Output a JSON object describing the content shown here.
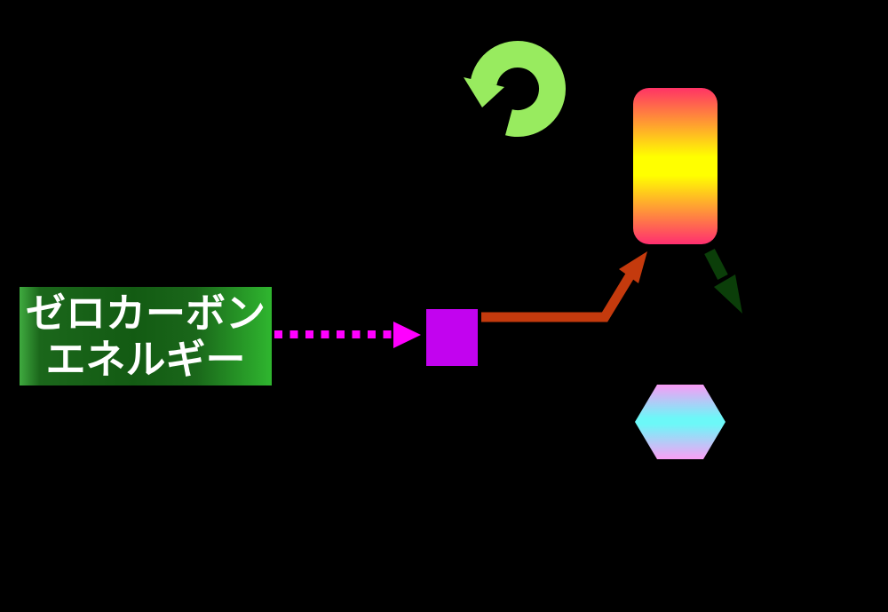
{
  "label_box": {
    "line1": "ゼロカーボン",
    "line2": "エネルギー"
  },
  "shapes": {
    "recycle_icon": "counterclockwise-rotation-arrow",
    "gradient_rect": "rounded-rect-node-pink-yellow",
    "purple_square": "small-square-node",
    "hexagon": "hexagon-node-pink-cyan",
    "dotted_arrow": "magenta-dotted-arrow-right",
    "red_arrow": "vermilion-elbow-arrow-up-right",
    "dark_green_arrow": "dark-green-arrow-down-right"
  },
  "colors": {
    "background": "#000000",
    "recycle-green": "#98EB5F",
    "label-green-edge": "#3FAA3F",
    "label-green-dark": "#135B13",
    "label-green-right": "#2FB62F",
    "label-text": "#FFFFFF",
    "dotted-arrow-magenta": "#FF00FF",
    "square-purple": "#C203EF",
    "red-arrow": "#C43A0D",
    "dark-green-arrow": "#0B3E09",
    "rect-pink-top": "#FF3366",
    "rect-yellow": "#FFFF00",
    "rect-pink-bottom": "#FF2E70",
    "hex-pink": "#F99BF5",
    "hex-cyan": "#6CF8F8",
    "hex-pink-bottom": "#FB9FF6"
  }
}
